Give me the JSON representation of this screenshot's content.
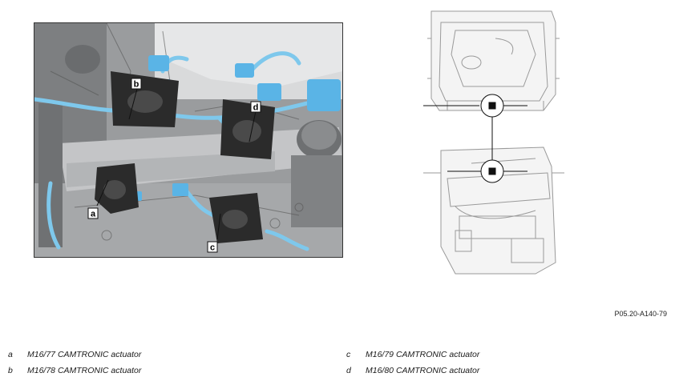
{
  "photo": {
    "callouts": {
      "a": "a",
      "b": "b",
      "c": "c",
      "d": "d"
    }
  },
  "figure_code": "P05.20-A140-79",
  "legend": {
    "left": [
      {
        "key": "a",
        "text": "M16/77 CAMTRONIC actuator"
      },
      {
        "key": "b",
        "text": "M16/78 CAMTRONIC actuator"
      }
    ],
    "right": [
      {
        "key": "c",
        "text": "M16/79 CAMTRONIC actuator"
      },
      {
        "key": "d",
        "text": "M16/80 CAMTRONIC actuator"
      }
    ]
  },
  "colors": {
    "engine_gray": "#8d8f91",
    "cable_blue": "#7ec8ec",
    "connector_blue": "#5ab4e6",
    "actuator_dark": "#2b2b2b"
  },
  "icons": [
    "engine-photo",
    "engine-locator-diagram",
    "locator-target-icon"
  ]
}
